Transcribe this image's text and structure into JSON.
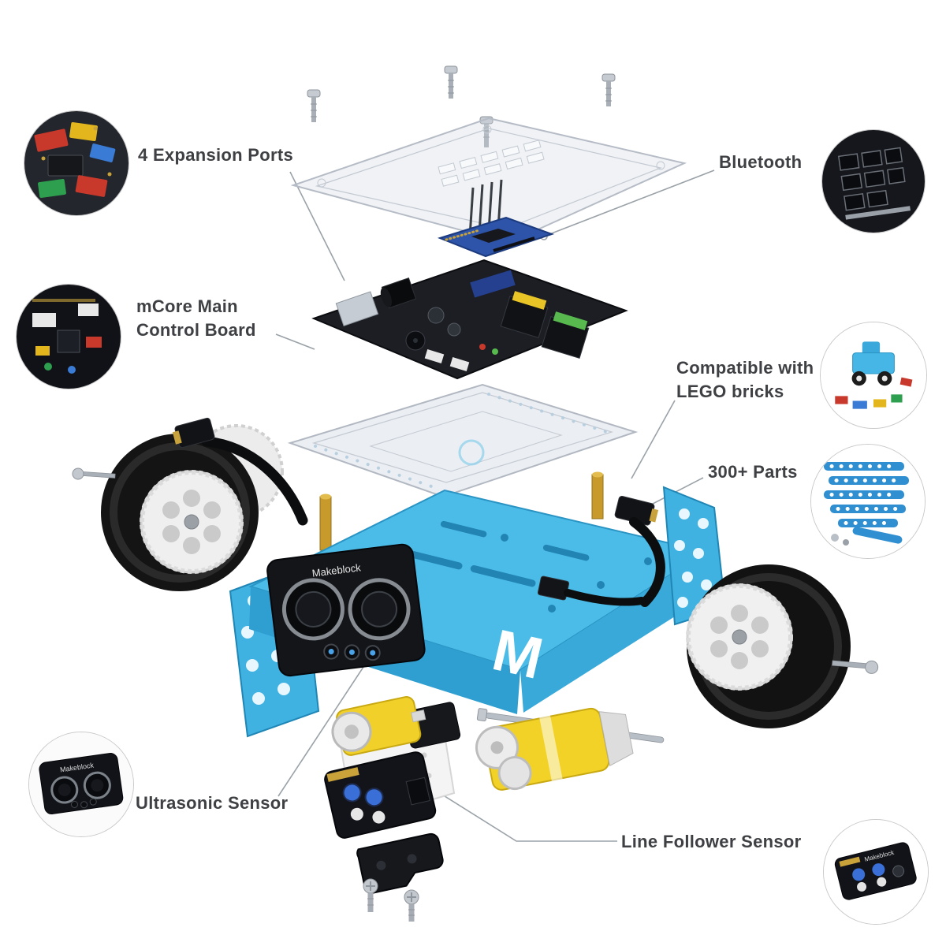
{
  "diagram": {
    "brand_text": "Makeblock",
    "chassis_letter": "M"
  },
  "callouts": {
    "expansion_ports": {
      "label": "4 Expansion Ports"
    },
    "bluetooth": {
      "label": "Bluetooth"
    },
    "mcore": {
      "line1": "mCore Main",
      "line2": "Control Board"
    },
    "lego": {
      "line1": "Compatible with",
      "line2": "LEGO bricks"
    },
    "parts": {
      "label": "300+ Parts"
    },
    "ultrasonic": {
      "label": "Ultrasonic Sensor"
    },
    "line_follower": {
      "label": "Line Follower Sensor"
    }
  },
  "colors": {
    "background": "#ffffff",
    "label_text": "#3e4043",
    "leader_line": "#9aa2a8",
    "chassis_blue": "#4bbce8",
    "chassis_blue_dark": "#2f9ed0",
    "motor_yellow": "#f2d227",
    "standoff_brass": "#c89a2c",
    "pcb_dark": "#1c1e24",
    "tire_black": "#141414",
    "wheel_hub_white": "#efefef",
    "bluetooth_pcb_blue": "#2d54a8",
    "line_follower_led_blue": "#3a6fd8"
  }
}
